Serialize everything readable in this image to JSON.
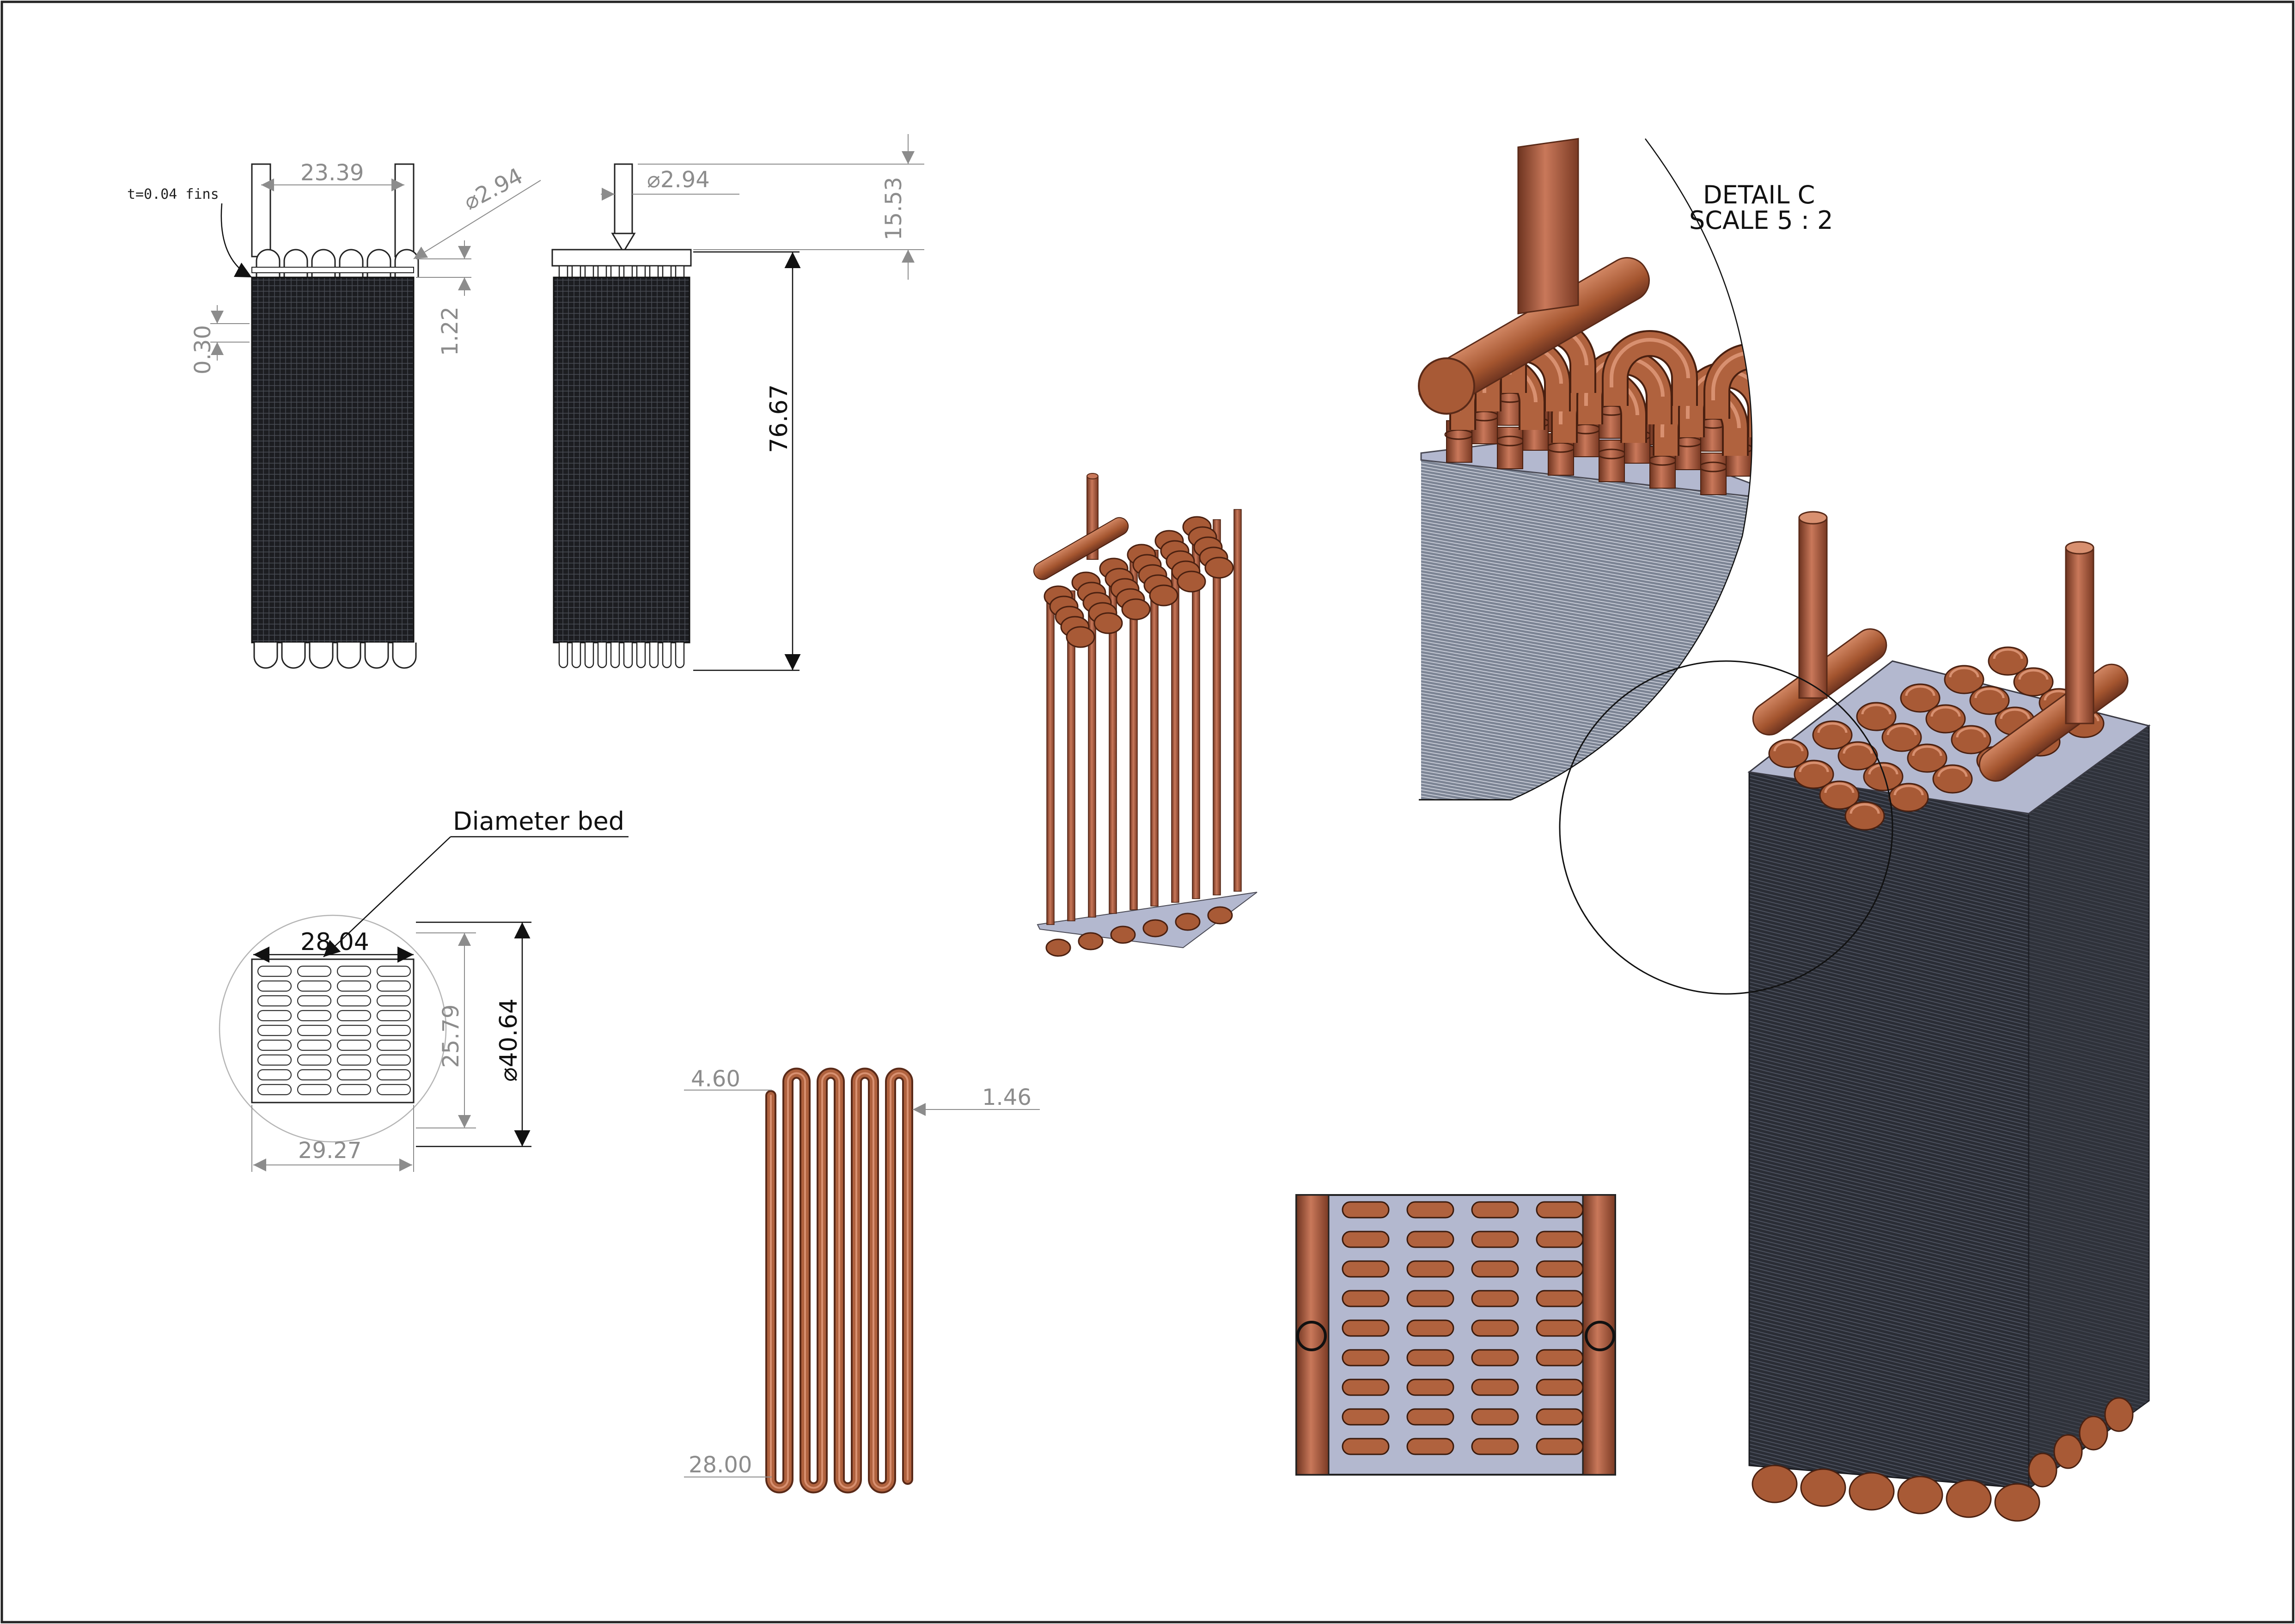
{
  "drawing": {
    "detail_title": "DETAIL C",
    "detail_scale": "SCALE 5 : 2",
    "fin_note": "t=0.04 fins",
    "bed_label": "Diameter bed",
    "dimensions": {
      "tube_spacing_top": "23.39",
      "pipe_diameter_front": "2.94",
      "pipe_diameter_side": "2.94",
      "inlet_height": "15.53",
      "header_gap": "1.22",
      "fin_thickness_gap": "0.30",
      "core_length": "76.67",
      "fin_width": "28.04",
      "fin_height": "25.79",
      "bed_diameter": "40.64",
      "overall_width": "29.27",
      "bend_pitch": "4.60",
      "tube_diameter": "1.46",
      "tube_length": "28.00"
    }
  },
  "colors": {
    "copper": "#b0623e",
    "copper_dark": "#6e3420",
    "fin_dark": "#2c2f36",
    "fin_plate": "#b3b8cf",
    "line": "#8c8c8c"
  }
}
